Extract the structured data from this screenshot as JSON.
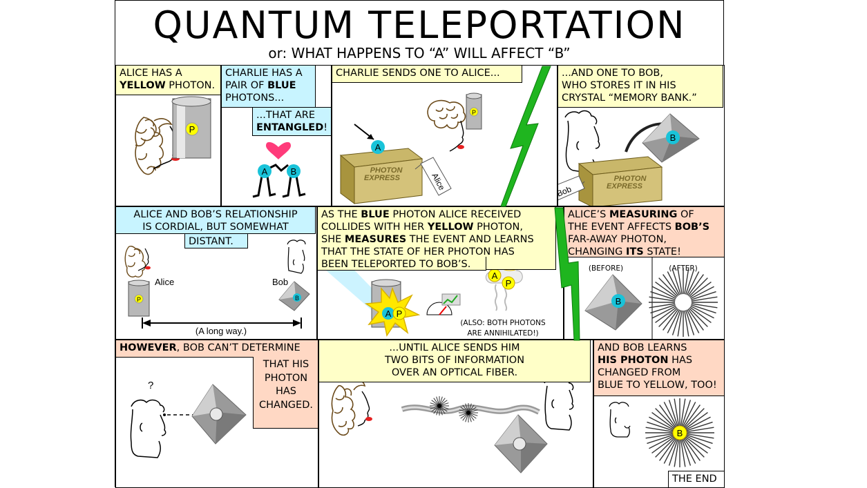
{
  "title": "QUANTUM TELEPORTATION",
  "subtitle": "or:  WHAT HAPPENS TO “A” WILL AFFECT “B”",
  "panel1": {
    "cap_a": "ALICE HAS A",
    "cap_b": "YELLOW",
    "cap_c": " PHOTON.",
    "photon": "P"
  },
  "panel2": {
    "cap_a": "CHARLIE HAS A PAIR OF ",
    "cap_b": "BLUE",
    "cap_c": " PHOTONS...",
    "cap2_a": "...THAT ARE",
    "cap2_b": "ENTANGLED",
    "cap2_c": "!",
    "photon_a": "A",
    "photon_b": "B"
  },
  "panel3": {
    "cap": "CHARLIE SENDS ONE TO ALICE...",
    "photon_a": "A",
    "photon_p": "P",
    "box_a": "PHOTON",
    "box_b": "EXPRESS",
    "tag": "Alice"
  },
  "panel4": {
    "cap_a": "...AND ONE TO BOB,",
    "cap_b": "WHO STORES IT IN HIS",
    "cap_c": "CRYSTAL “MEMORY BANK.”",
    "photon_b": "B",
    "box_a": "PHOTON",
    "box_b": "EXPRESS",
    "tag": "Bob"
  },
  "panel5": {
    "cap_a": "ALICE AND BOB’S RELATIONSHIP",
    "cap_b": "IS CORDIAL, BUT SOMEWHAT",
    "cap_c": "DISTANT.",
    "alice": "Alice",
    "bob": "Bob",
    "photon_p": "P",
    "photon_b": "B",
    "distance": "(A long way.)"
  },
  "panel6": {
    "cap_1a": "AS THE ",
    "cap_1b": "BLUE",
    "cap_1c": " PHOTON ALICE RECEIVED",
    "cap_2a": "COLLIDES WITH HER ",
    "cap_2b": "YELLOW",
    "cap_2c": " PHOTON,",
    "cap_3a": "SHE ",
    "cap_3b": "MEASURES",
    "cap_3c": " THE EVENT AND LEARNS",
    "cap_4": "THAT THE STATE OF HER PHOTON HAS",
    "cap_5": "BEEN TELEPORTED TO BOB’S.",
    "photon_a": "A",
    "photon_p": "P",
    "note_a": "(ALSO: BOTH PHOTONS",
    "note_b": "ARE ANNIHILATED!)"
  },
  "panel7": {
    "cap_1a": "ALICE’S ",
    "cap_1b": "MEASURING",
    "cap_1c": " OF",
    "cap_2a": "THE EVENT AFFECTS ",
    "cap_2b": "BOB’S",
    "cap_3": "FAR-AWAY PHOTON,",
    "cap_4a": "CHANGING ",
    "cap_4b": "ITS",
    "cap_4c": " STATE!",
    "before": "(BEFORE)",
    "after": "(AFTER)",
    "photon_b": "B"
  },
  "panel8": {
    "cap_1a": "HOWEVER",
    "cap_1b": ", BOB CAN’T DETERMINE",
    "cap_2": "THAT HIS PHOTON HAS CHANGED.",
    "question": "?"
  },
  "panel9": {
    "cap_a": "...UNTIL ALICE SENDS HIM",
    "cap_b": "TWO BITS OF INFORMATION",
    "cap_c": "OVER AN OPTICAL FIBER."
  },
  "panel10": {
    "cap_1": "AND BOB LEARNS",
    "cap_2a": "HIS PHOTON",
    "cap_2b": " HAS",
    "cap_3": "CHANGED FROM",
    "cap_4": "BLUE TO YELLOW, TOO!",
    "photon_b": "B",
    "the_end": "THE END"
  },
  "colors": {
    "yellow_photon": "#ffff00",
    "blue_photon": "#19c3d9",
    "lightning": "#1fb51f",
    "caption_yellow": "#ffffc8",
    "caption_blue": "#c8f4ff",
    "caption_orange": "#ffd8c4",
    "heart": "#ff3b7a"
  }
}
